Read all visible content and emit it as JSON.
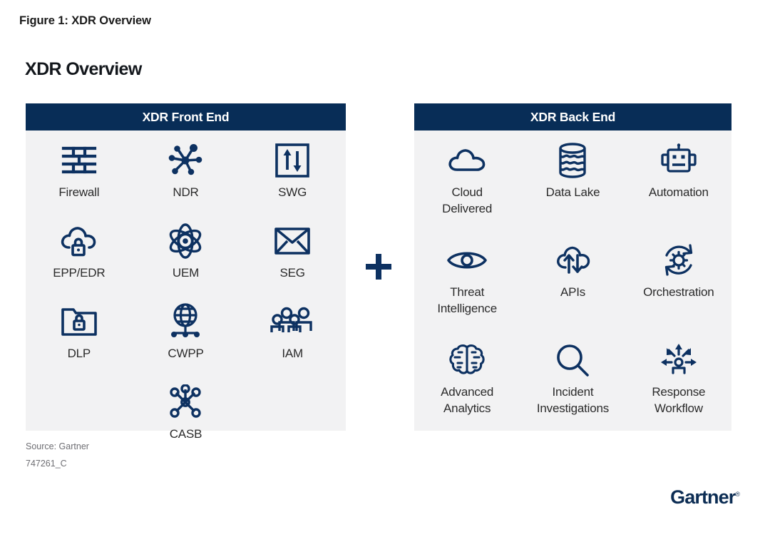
{
  "figure": {
    "caption": "Figure 1: XDR Overview",
    "title": "XDR Overview"
  },
  "colors": {
    "header_navy": "#082d57",
    "panel_background": "#f2f2f3",
    "icon_navy": "#0d3161",
    "label_text": "#2b2b2b",
    "footer_text": "#6e6e73",
    "logo_navy": "#0c2d54"
  },
  "panels": [
    {
      "id": "front-end",
      "header": "XDR Front End",
      "items": [
        {
          "label": "Firewall",
          "icon": "firewall-icon"
        },
        {
          "label": "NDR",
          "icon": "network-detection-icon"
        },
        {
          "label": "SWG",
          "icon": "secure-web-gateway-icon"
        },
        {
          "label": "EPP/EDR",
          "icon": "cloud-lock-icon"
        },
        {
          "label": "UEM",
          "icon": "atom-icon"
        },
        {
          "label": "SEG",
          "icon": "envelope-icon"
        },
        {
          "label": "DLP",
          "icon": "folder-lock-icon"
        },
        {
          "label": "CWPP",
          "icon": "globe-network-icon"
        },
        {
          "label": "IAM",
          "icon": "people-group-icon"
        },
        {
          "label": "",
          "icon": "empty"
        },
        {
          "label": "CASB",
          "icon": "hub-nodes-icon"
        },
        {
          "label": "",
          "icon": "empty"
        }
      ]
    },
    {
      "id": "back-end",
      "header": "XDR Back End",
      "items": [
        {
          "label": "Cloud\nDelivered",
          "icon": "cloud-icon"
        },
        {
          "label": "Data Lake",
          "icon": "data-lake-icon"
        },
        {
          "label": "Automation",
          "icon": "robot-icon"
        },
        {
          "label": "Threat\nIntelligence",
          "icon": "eye-icon"
        },
        {
          "label": "APIs",
          "icon": "cloud-transfer-icon"
        },
        {
          "label": "Orchestration",
          "icon": "gear-refresh-icon"
        },
        {
          "label": "Advanced\nAnalytics",
          "icon": "brain-icon"
        },
        {
          "label": "Incident\nInvestigations",
          "icon": "magnifier-icon"
        },
        {
          "label": "Response\nWorkflow",
          "icon": "response-workflow-icon"
        }
      ]
    }
  ],
  "connector": {
    "symbol": "plus",
    "name": "plus-sign"
  },
  "footer": {
    "source": "Source: Gartner",
    "doc_id": "747261_C",
    "logo": "Gartner",
    "logo_mark": "®"
  }
}
